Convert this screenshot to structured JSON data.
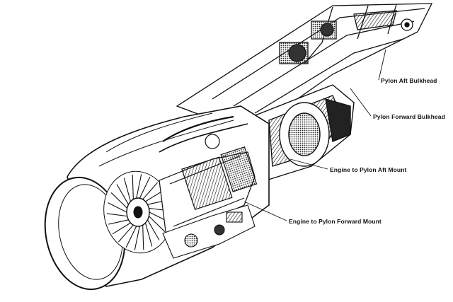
{
  "labels": {
    "pylon_aft_bulkhead": "Pylon Aft Bulkhead",
    "pylon_forward_bulkhead": "Pylon Forward Bulkhead",
    "engine_to_pylon_aft_mount": "Engine to Pylon Aft Mount",
    "engine_to_pylon_forward_mount": "Engine to Pylon Forward Mount"
  },
  "colors": {
    "ink": "#111111",
    "paper": "#ffffff",
    "shade": "#555555"
  }
}
